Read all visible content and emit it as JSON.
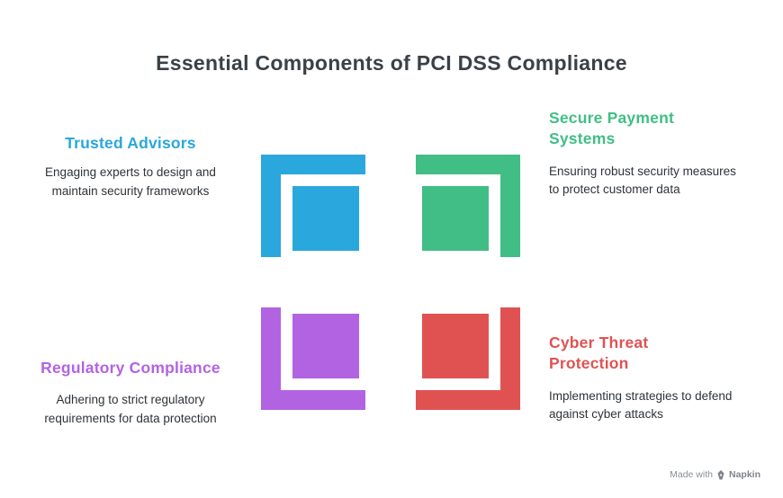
{
  "title": "Essential Components of PCI DSS Compliance",
  "quadrants": [
    {
      "id": "trusted-advisors",
      "heading": "Trusted Advisors",
      "description": "Engaging experts to design and maintain security frameworks",
      "color": "#2aa7dc"
    },
    {
      "id": "secure-payment-systems",
      "heading": "Secure Payment Systems",
      "description": "Ensuring robust security measures to protect customer data",
      "color": "#41be85"
    },
    {
      "id": "regulatory-compliance",
      "heading": "Regulatory Compliance",
      "description": "Adhering to strict regulatory requirements for data protection",
      "color": "#b263e2"
    },
    {
      "id": "cyber-threat-protection",
      "heading": "Cyber Threat Protection",
      "description": "Implementing strategies to defend against cyber attacks",
      "color": "#e05252"
    }
  ],
  "watermark": {
    "made_with": "Made with",
    "brand": "Napkin"
  },
  "colors": {
    "title_text": "#3a4147",
    "body_text": "#2e3338",
    "watermark_text": "#8a9096"
  }
}
